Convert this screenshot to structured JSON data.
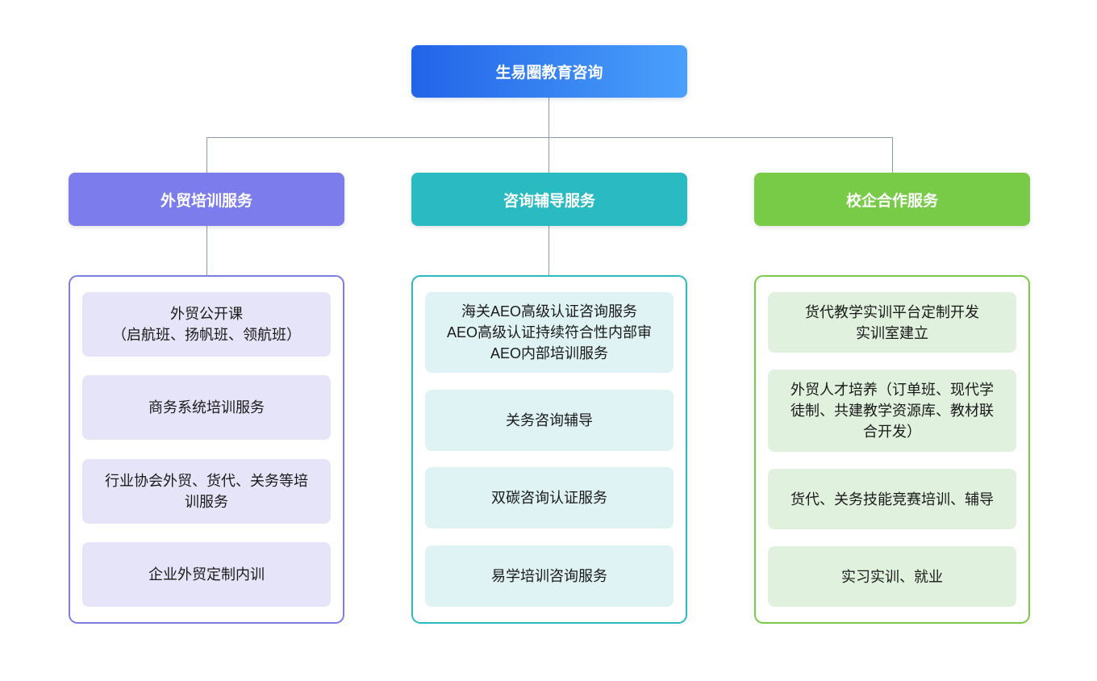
{
  "colors": {
    "canvas_bg": "#ffffff",
    "root_start": "#2264e8",
    "root_end": "#4aa0fb",
    "branch1": "#7c7cec",
    "branch2": "#2abac1",
    "branch3": "#77cb46",
    "item1_bg": "#e6e4f8",
    "item2_bg": "#dff2f4",
    "item3_bg": "#e0f1de",
    "connector": "#8b99a9",
    "text_light": "#ffffff",
    "text_dark": "#1a1a1a"
  },
  "tree": {
    "root": {
      "label": "生易圈教育咨询"
    },
    "branches": [
      {
        "label": "外贸培训服务",
        "items": [
          {
            "text": "外贸公开课\n（启航班、扬帆班、领航班）"
          },
          {
            "text": "商务系统培训服务"
          },
          {
            "text": "行业协会外贸、货代、关务等培\n训服务"
          },
          {
            "text": "企业外贸定制内训"
          }
        ]
      },
      {
        "label": "咨询辅导服务",
        "items": [
          {
            "text": "海关AEO高级认证咨询服务\nAEO高级认证持续符合性内部审\nAEO内部培训服务"
          },
          {
            "text": "关务咨询辅导"
          },
          {
            "text": "双碳咨询认证服务"
          },
          {
            "text": "易学培训咨询服务"
          }
        ]
      },
      {
        "label": "校企合作服务",
        "items": [
          {
            "text": "货代教学实训平台定制开发\n实训室建立"
          },
          {
            "text": "外贸人才培养（订单班、现代学\n徒制、共建教学资源库、教材联\n合开发）"
          },
          {
            "text": "货代、关务技能竞赛培训、辅导"
          },
          {
            "text": "实习实训、就业"
          }
        ]
      }
    ]
  }
}
